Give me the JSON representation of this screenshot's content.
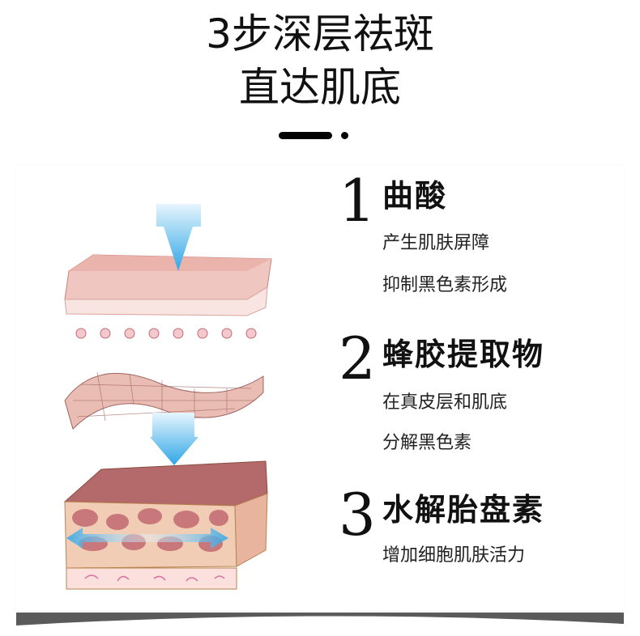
{
  "title": {
    "line1": "3步深层祛斑",
    "line2": "直达肌底"
  },
  "steps": [
    {
      "number": "1",
      "name": "曲酸",
      "lines": [
        "产生肌肤屏障",
        "抑制黑色素形成"
      ]
    },
    {
      "number": "2",
      "name": "蜂胶提取物",
      "lines": [
        "在真皮层和肌底",
        "分解黑色素"
      ]
    },
    {
      "number": "3",
      "name": "水解胎盘素",
      "lines": [
        "增加细胞肌肤活力"
      ]
    }
  ],
  "colors": {
    "arrow": "#4fb3e8",
    "skin": "#e8a7a0",
    "text": "#111111",
    "bar": "#5a5a5a"
  }
}
